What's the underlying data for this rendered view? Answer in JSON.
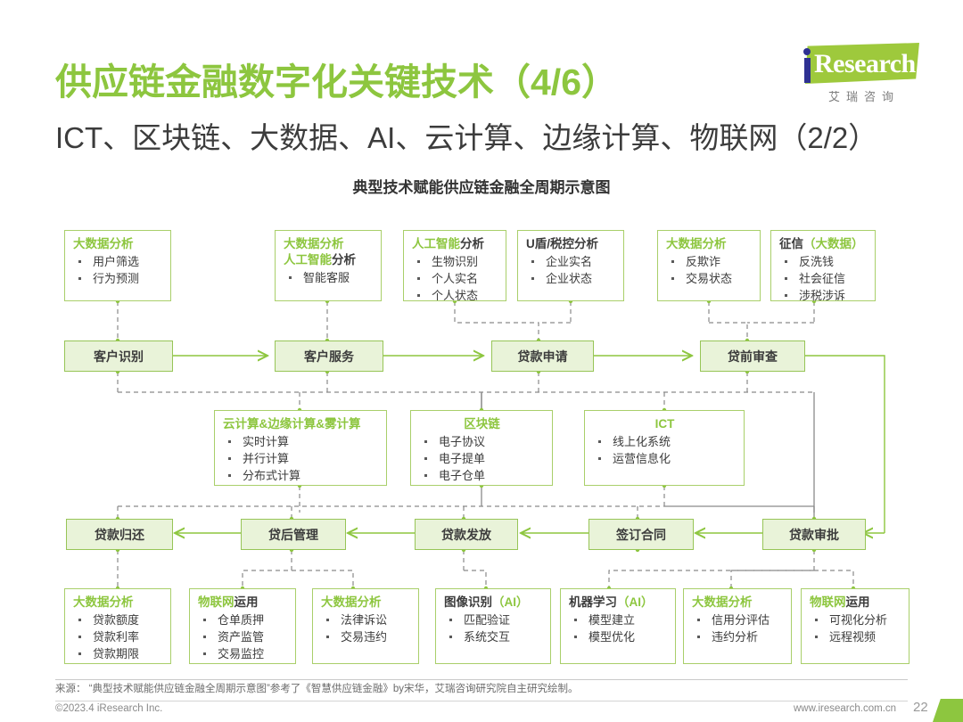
{
  "header": {
    "title_main": "供应链金融数字化关键技术（4/6）",
    "title_sub": "ICT、区块链、大数据、AI、云计算、边缘计算、物联网（2/2）",
    "logo": {
      "mark_i": "i",
      "mark_word": "Research",
      "subtitle": "艾瑞咨询"
    }
  },
  "chart_title": "典型技术赋能供应链金融全周期示意图",
  "chart_data": {
    "type": "diagram",
    "title": "典型技术赋能供应链金融全周期示意图",
    "accent_color": "#8dc63f",
    "process_fill": "#e9f3d9",
    "process_border": "#97c557",
    "detail_border": "#a9cf6a",
    "process_row_top": [
      {
        "id": "p1",
        "label": "客户识别"
      },
      {
        "id": "p2",
        "label": "客户服务"
      },
      {
        "id": "p3",
        "label": "贷款申请"
      },
      {
        "id": "p4",
        "label": "贷前审查"
      }
    ],
    "process_row_bottom": [
      {
        "id": "p9",
        "label": "贷款归还"
      },
      {
        "id": "p8",
        "label": "贷后管理"
      },
      {
        "id": "p7",
        "label": "贷款发放"
      },
      {
        "id": "p6",
        "label": "签订合同"
      },
      {
        "id": "p5",
        "label": "贷款审批"
      }
    ],
    "flow_direction_top": "left-to-right",
    "flow_direction_bottom": "right-to-left",
    "detail_boxes_top": [
      {
        "id": "t1",
        "head_parts": [
          {
            "text": "大数据分析",
            "green": true
          }
        ],
        "items": [
          "用户筛选",
          "行为预测"
        ],
        "attached_to": "客户识别"
      },
      {
        "id": "t2",
        "head_parts": [
          {
            "text": "大数据分析",
            "green": true
          },
          {
            "text": "\n",
            "green": false
          },
          {
            "text": "人工智能",
            "green": true
          },
          {
            "text": "分析",
            "green": false
          }
        ],
        "head_line1_green": "大数据分析",
        "head_line2_green": "人工智能",
        "head_line2_dark": "分析",
        "items": [
          "智能客服"
        ],
        "attached_to": "客户服务"
      },
      {
        "id": "t3",
        "head_green": "人工智能",
        "head_dark": "分析",
        "items": [
          "生物识别",
          "个人实名",
          "个人状态"
        ],
        "attached_to": "客户服务"
      },
      {
        "id": "t4",
        "head_dark": "U盾/税控分析",
        "items": [
          "企业实名",
          "企业状态"
        ],
        "attached_to": "贷款申请"
      },
      {
        "id": "t5",
        "head_green": "大数据分析",
        "items": [
          "反欺诈",
          "交易状态"
        ],
        "attached_to": "贷前审查"
      },
      {
        "id": "t6",
        "head_dark": "征信",
        "head_green": "（大数据）",
        "items": [
          "反洗钱",
          "社会征信",
          "涉税涉诉"
        ],
        "attached_to": "贷前审查"
      }
    ],
    "detail_boxes_middle": [
      {
        "id": "m1",
        "head_green": "云计算&边缘计算&雾计算",
        "items": [
          "实时计算",
          "并行计算",
          "分布式计算"
        ]
      },
      {
        "id": "m2",
        "head_green": "区块链",
        "head_centered": true,
        "items": [
          "电子协议",
          "电子提单",
          "电子仓单"
        ]
      },
      {
        "id": "m3",
        "head_green": "ICT",
        "head_centered": true,
        "items": [
          "线上化系统",
          "运营信息化"
        ]
      }
    ],
    "detail_boxes_bottom": [
      {
        "id": "b1",
        "head_green": "大数据分析",
        "items": [
          "贷款额度",
          "贷款利率",
          "贷款期限"
        ],
        "attached_to": "贷款归还"
      },
      {
        "id": "b2",
        "head_green": "物联网",
        "head_dark": "运用",
        "items": [
          "仓单质押",
          "资产监管",
          "交易监控"
        ],
        "attached_to": "贷后管理"
      },
      {
        "id": "b3",
        "head_green": "大数据分析",
        "items": [
          "法律诉讼",
          "交易违约"
        ],
        "attached_to": "贷后管理"
      },
      {
        "id": "b4",
        "head_dark": "图像识别",
        "head_green": "（AI）",
        "items": [
          "匹配验证",
          "系统交互"
        ],
        "attached_to": "贷款发放"
      },
      {
        "id": "b5",
        "head_dark": "机器学习",
        "head_green": "（AI）",
        "items": [
          "模型建立",
          "模型优化"
        ],
        "attached_to": "贷款审批"
      },
      {
        "id": "b6",
        "head_green": "大数据分析",
        "items": [
          "信用分评估",
          "违约分析"
        ],
        "attached_to": "贷款审批"
      },
      {
        "id": "b7",
        "head_green": "物联网",
        "head_dark": "运用",
        "items": [
          "可视化分析",
          "远程视频"
        ],
        "attached_to": "贷款审批"
      }
    ]
  },
  "footer": {
    "source": "来源：  “典型技术赋能供应链金融全周期示意图”参考了《智慧供应链金融》by宋华，艾瑞咨询研究院自主研究绘制。",
    "copyright": "©2023.4 iResearch Inc.",
    "website": "www.iresearch.com.cn",
    "page_number": "22"
  }
}
